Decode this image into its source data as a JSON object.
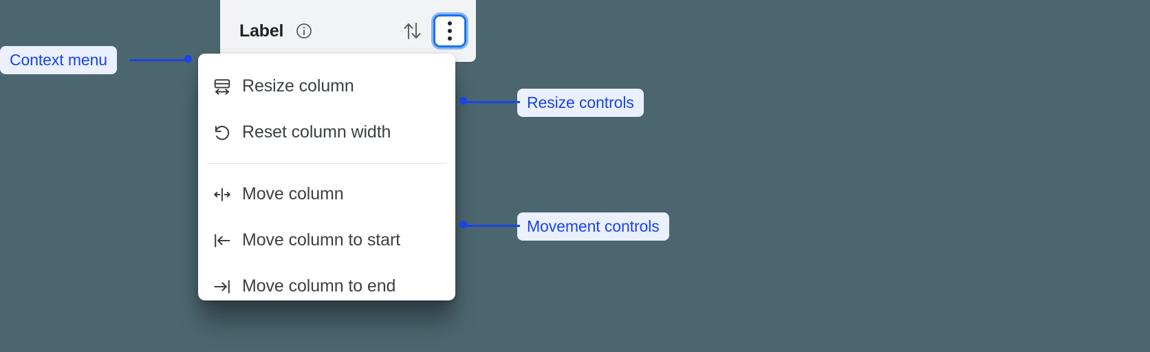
{
  "background_color": "#4C6670",
  "accent_color": "#1A43E8",
  "column_header": {
    "title": "Label",
    "info_icon_name": "info-circle-icon",
    "sort_icon_name": "sort-up-down-icon",
    "menu_button_icon_name": "kebab-menu-icon",
    "menu_button_focus_color": "#1A73E8",
    "panel_color": "#F1F3F4"
  },
  "context_menu": {
    "groups": [
      {
        "name": "resize",
        "items": [
          {
            "icon": "resize-column-icon",
            "label": "Resize column"
          },
          {
            "icon": "reset-width-undo-icon",
            "label": "Reset column width"
          }
        ]
      },
      {
        "name": "movement",
        "items": [
          {
            "icon": "move-column-left-right-icon",
            "label": "Move column"
          },
          {
            "icon": "move-column-to-start-icon",
            "label": "Move column to start"
          },
          {
            "icon": "move-column-to-end-icon",
            "label": "Move column to end"
          }
        ]
      }
    ]
  },
  "annotations": [
    {
      "id": "context",
      "label": "Context menu"
    },
    {
      "id": "resize",
      "label": "Resize controls"
    },
    {
      "id": "movement",
      "label": "Movement controls"
    }
  ]
}
